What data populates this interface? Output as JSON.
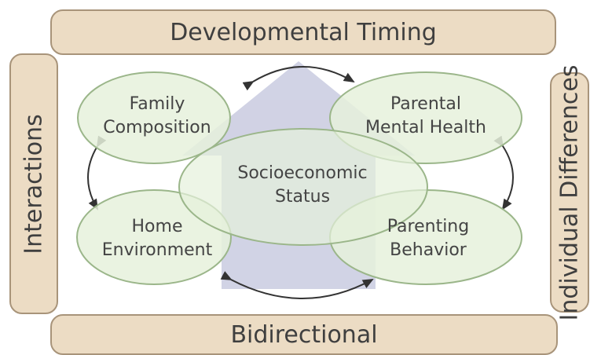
{
  "frame": {
    "top": "Developmental Timing",
    "bottom": "Bidirectional",
    "left": "Interactions",
    "right": "Individual Differences"
  },
  "nodes": {
    "family_composition": [
      "Family",
      "Composition"
    ],
    "parental_mental_health": [
      "Parental",
      "Mental Health"
    ],
    "socioeconomic_status": [
      "Socioeconomic",
      "Status"
    ],
    "home_environment": [
      "Home",
      "Environment"
    ],
    "parenting_behavior": [
      "Parenting",
      "Behavior"
    ]
  },
  "colors": {
    "frame_fill": "#ecdcc4",
    "frame_border": "#a8947a",
    "ellipse_fill": "#e6f1dc",
    "ellipse_border": "#9bb68a",
    "house": "#c9cbe0",
    "arrow": "#333333",
    "text": "#444444"
  },
  "icons": {
    "background": "house-icon"
  }
}
